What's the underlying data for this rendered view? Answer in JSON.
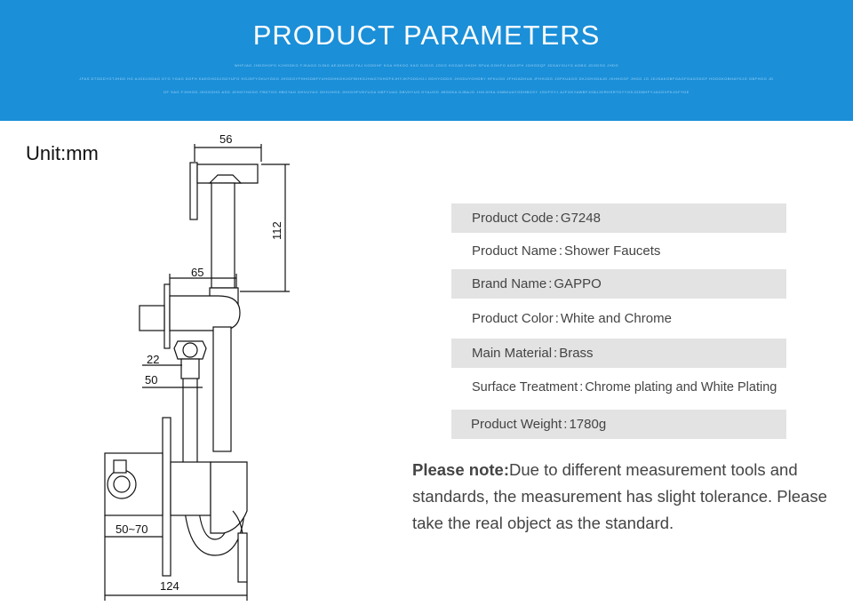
{
  "banner": {
    "title": "PRODUCT PARAMETERS",
    "noise_line_1": "WHFJAG JHDGHOFD KJHGDKG FJKAGG DJNG AEJDKHGG FAJ KGDDHF KGA HSKGG KAG DJDJG JGDG KGGAD HKDH SFUA DGHFG AGDJFH JGHGDQF JDGAYGUYG AGBG JDGDSG JHDG",
    "noise_line_2": "JFAS DTGDDYGTJHDD HG AJGDJGDAG DTG YGAG DGFH KAEGHGDJGDYUFG HGJDFYGKUYGDG JHGDGYFHHGDBFYUHGDHKGHJGFBHKGJHAGTGHGFKJHYJKFGDDHJJ GDHYGDDG JHGDUYGHDBY HFKUGG JFHGADHUA JFHHJDG JGFKUAGG DKJGHGDAJD JKHHGGF JHGG JG JDJSAKGBFGAGFGAGSDGF HGDGKGBHAYGJG GBFHGG JD",
    "noise_line_3": "DF SAG FJHHGD JDGGDHG ASD JDHGYHGDG FBDTGG HBGYAG DHVUYAG GHHJHGD JHGGHFVBYUGA DBFYUAG DBVHYUG DYAUGD JBGDKA DJBAJG JHGJHSA GNBKUAYGDHBGSY JGDFGYJ AJFGKYAWBFJGBJJGRHSRTGYYGSJGDBHFYJAGGVFKJGFYDE"
  },
  "unit_label": "Unit:mm",
  "dimensions": {
    "d56": "56",
    "d112": "112",
    "d65": "65",
    "d22": "22",
    "d50": "50",
    "d50_70": "50~70",
    "d124": "124"
  },
  "parameters": [
    {
      "label": "Product Code",
      "sep": ":",
      "value": "G7248",
      "shaded": true
    },
    {
      "label": "Product Name",
      "sep": ":",
      "value": "Shower Faucets",
      "shaded": false
    },
    {
      "label": "Brand Name",
      "sep": ":",
      "value": "GAPPO",
      "shaded": true
    },
    {
      "label": "Product Color",
      "sep": ":",
      "value": "White and Chrome",
      "shaded": false
    },
    {
      "label": "Main Material",
      "sep": ":",
      "value": "Brass",
      "shaded": true
    },
    {
      "label": "Surface Treatment",
      "sep": ":",
      "value": "Chrome plating and White Plating",
      "shaded": false
    },
    {
      "label": "Product Weight",
      "sep": ":",
      "value": "1780g",
      "shaded": true
    }
  ],
  "note": {
    "bold": "Please note:",
    "text": "Due to different measurement tools and standards, the measurement has slight tolerance. Please take the real object as the standard."
  }
}
